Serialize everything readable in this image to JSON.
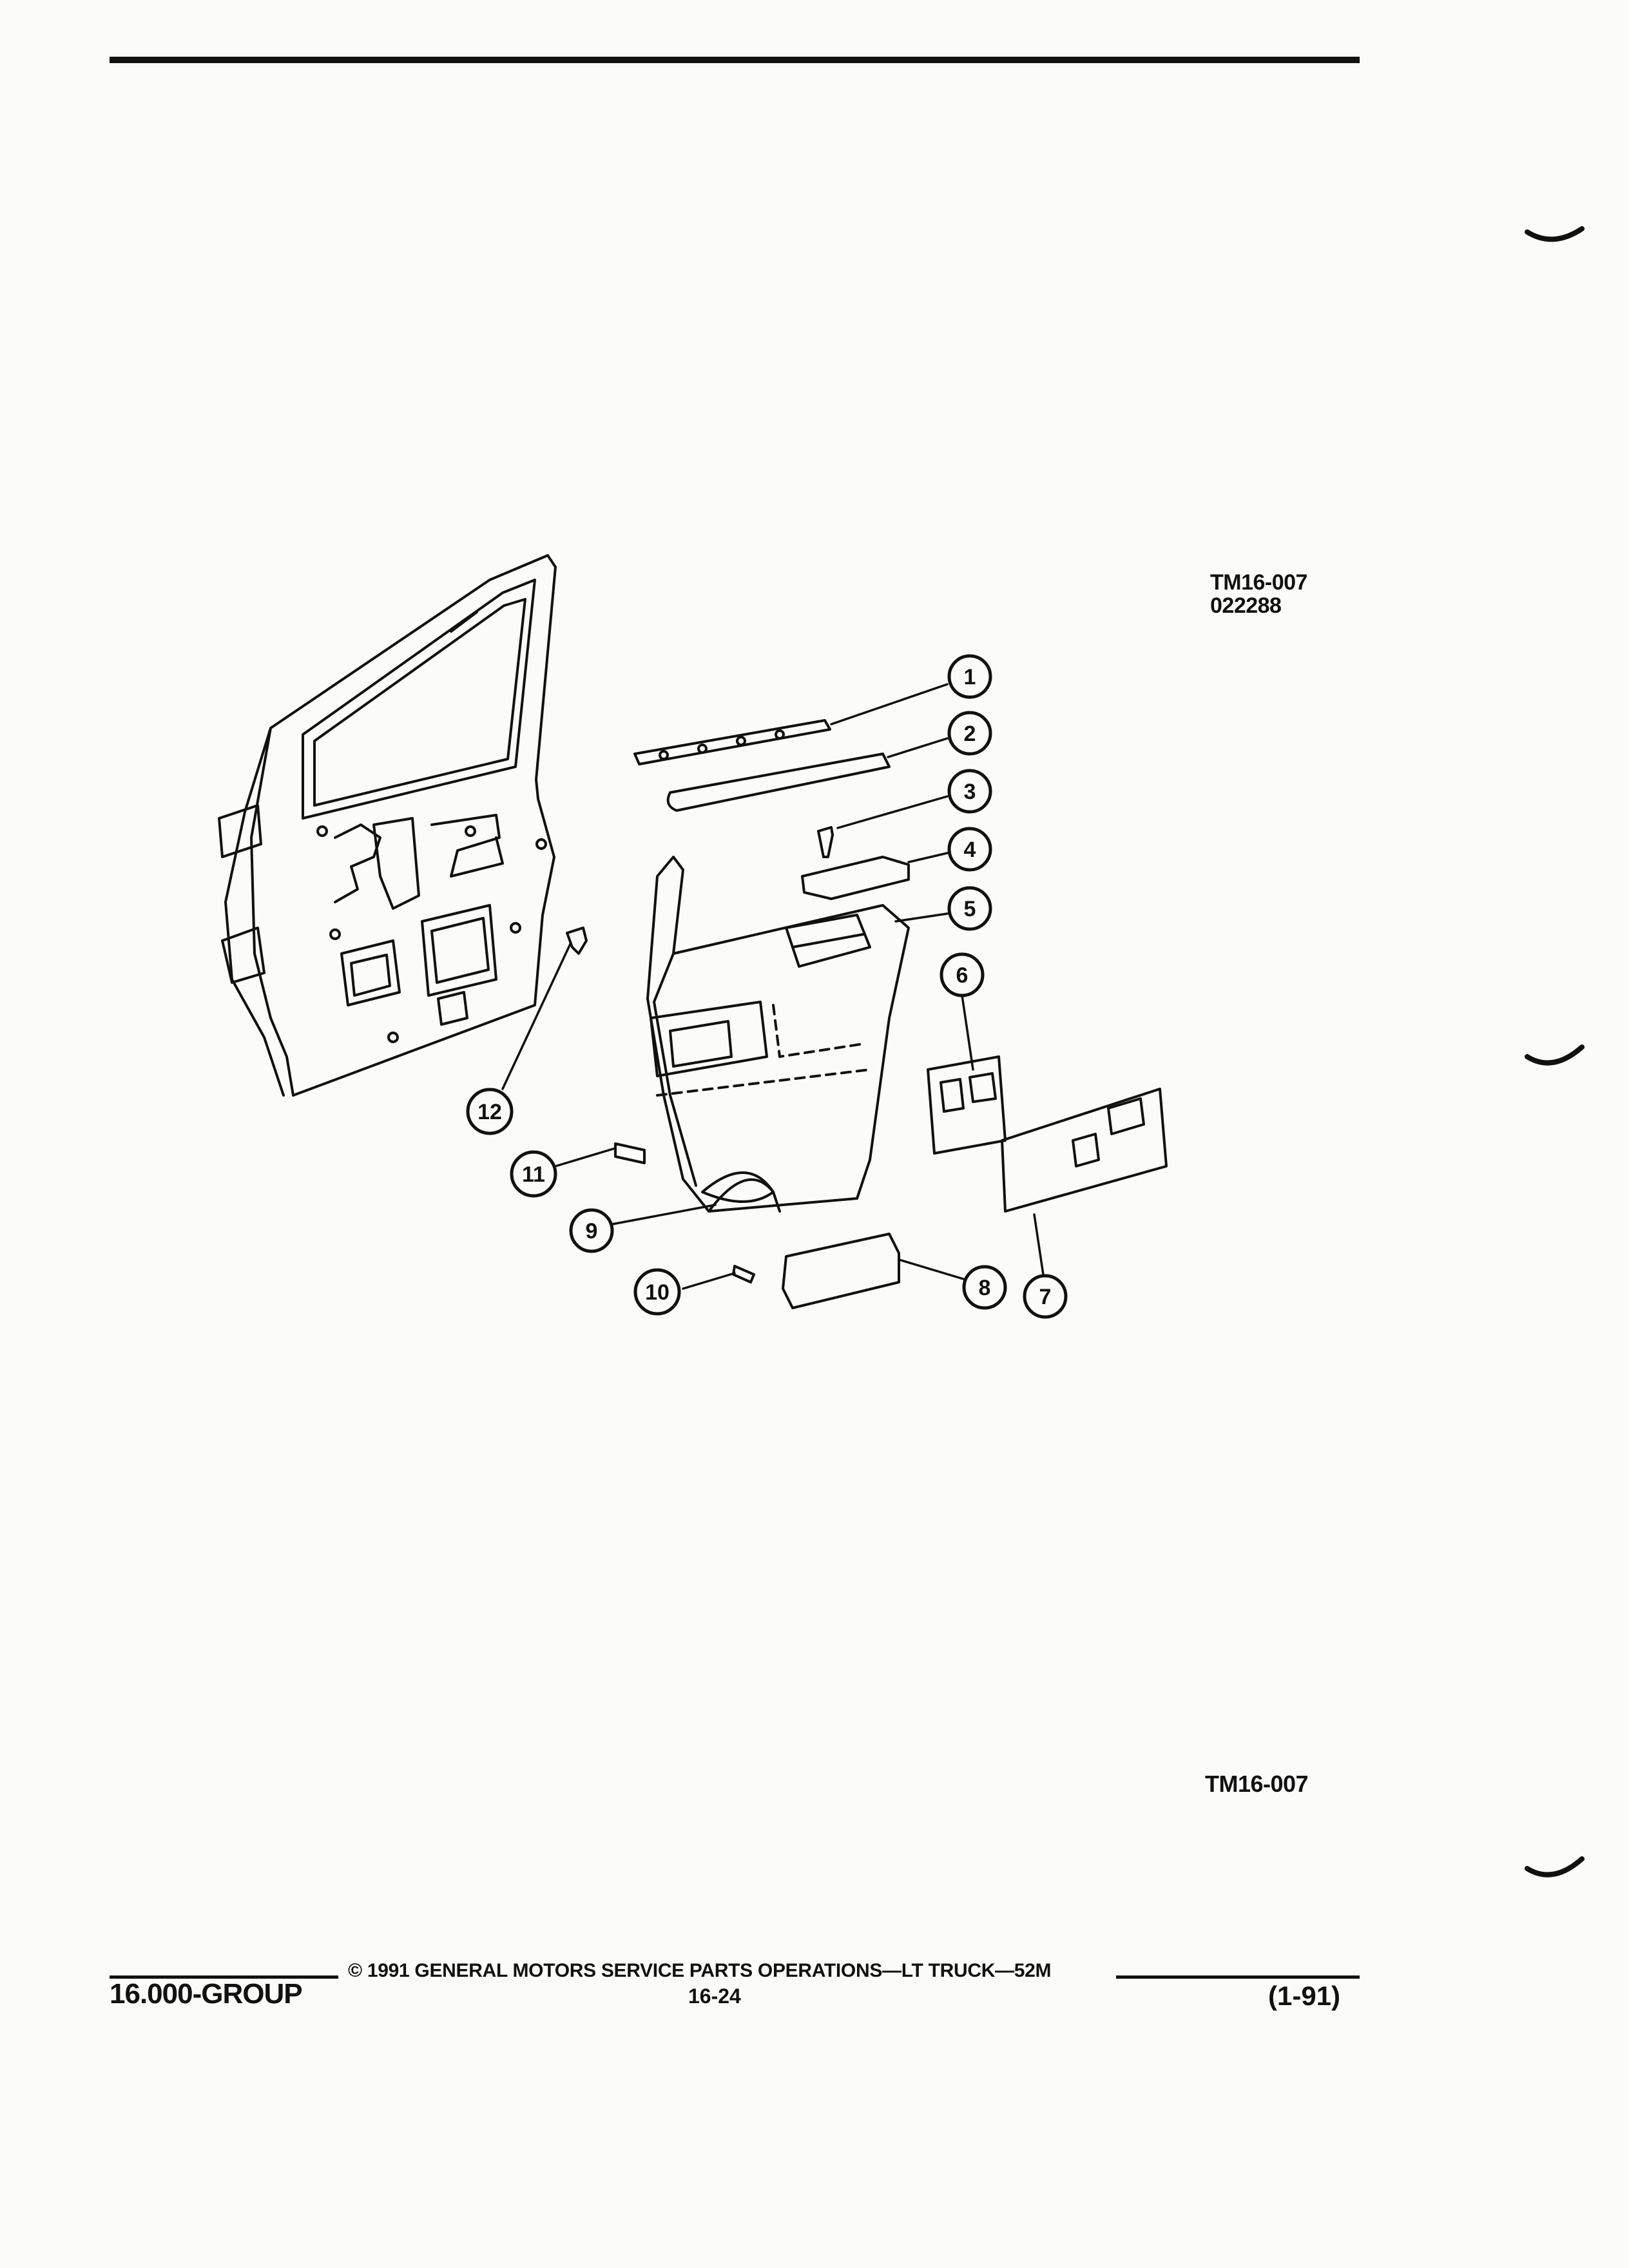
{
  "header": {
    "figure_id": "TM16-007",
    "figure_date_code": "022288"
  },
  "diagram": {
    "callouts": [
      "1",
      "2",
      "3",
      "4",
      "5",
      "6",
      "7",
      "8",
      "9",
      "10",
      "11",
      "12"
    ]
  },
  "figure_id_bottom": "TM16-007",
  "footer": {
    "copyright": "© 1991 GENERAL MOTORS SERVICE PARTS OPERATIONS—LT TRUCK—52M",
    "group": "16.000-GROUP",
    "page": "16-24",
    "date": "(1-91)"
  }
}
